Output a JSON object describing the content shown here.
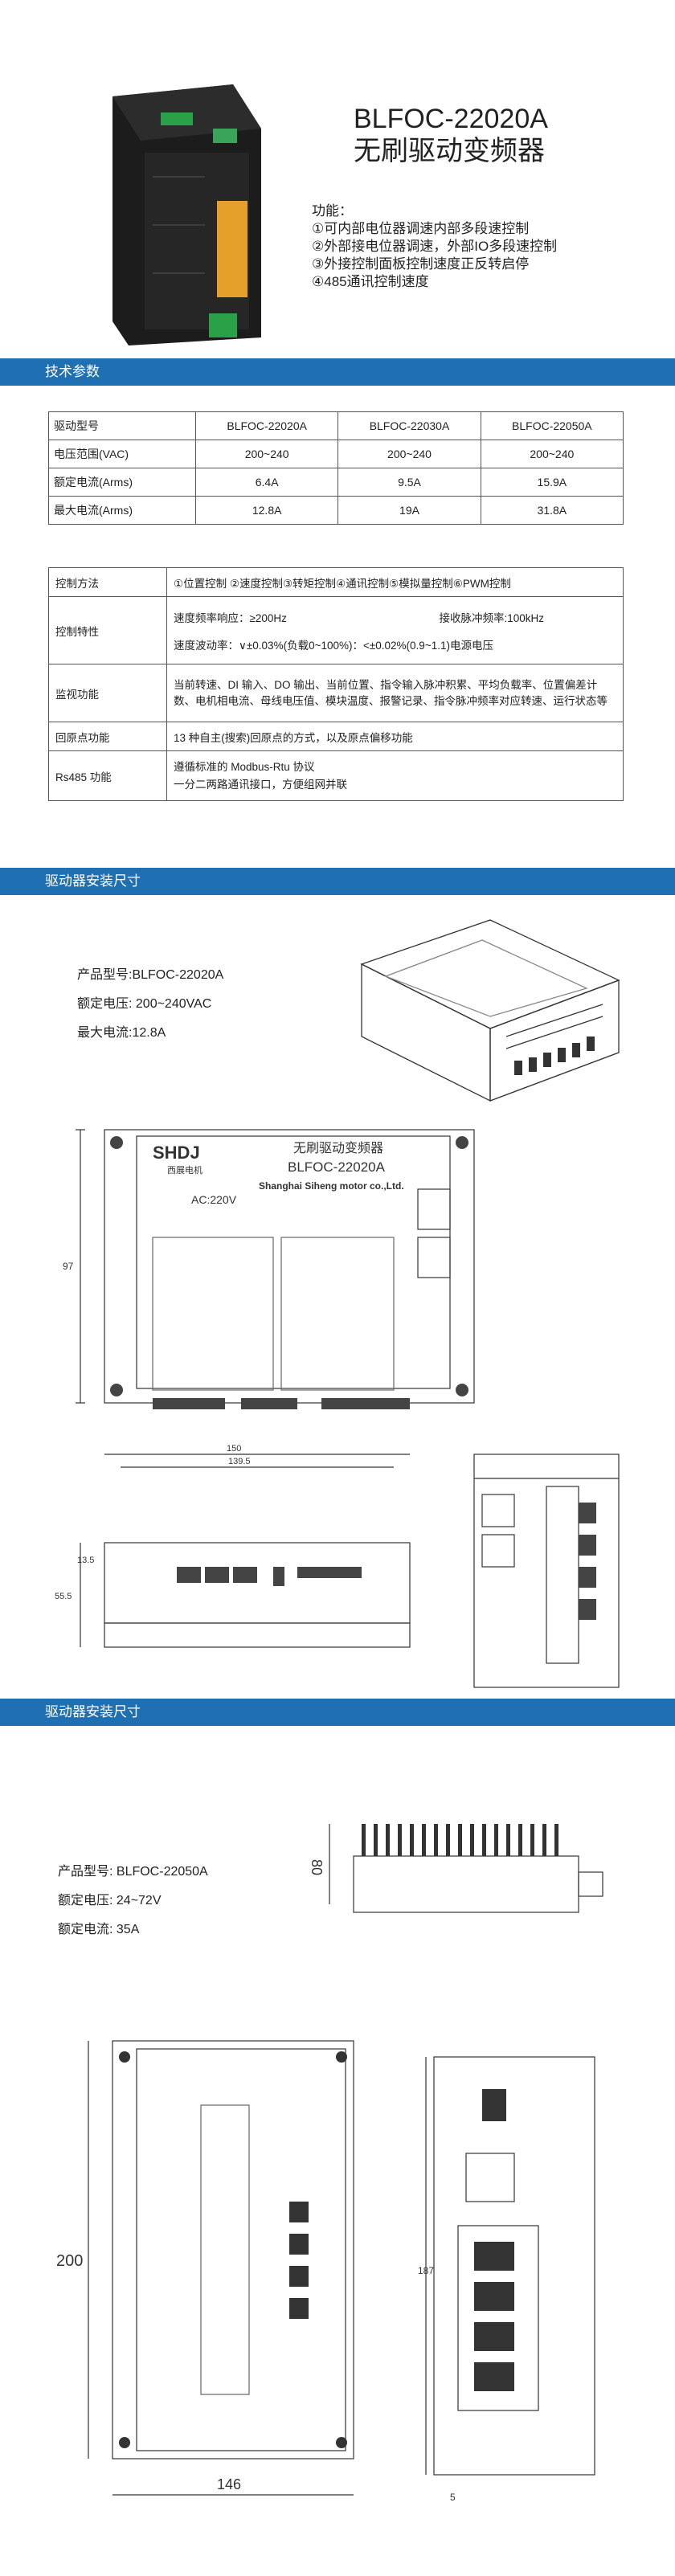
{
  "header": {
    "model": "BLFOC-22020A",
    "name": "无刷驱动变频器",
    "features_title": "功能：",
    "features": [
      "①可内部电位器调速内部多段速控制",
      "②外部接电位器调速，外部IO多段速控制",
      "③外接控制面板控制速度正反转启停",
      "④485通讯控制速度"
    ]
  },
  "specs_bar": "技术参数",
  "spec_table": {
    "header": [
      "驱动型号",
      "BLFOC-22020A",
      "BLFOC-22030A",
      "BLFOC-22050A"
    ],
    "rows": [
      [
        "电压范围(VAC)",
        "200~240",
        "200~240",
        "200~240"
      ],
      [
        "额定电流(Arms)",
        "6.4A",
        "9.5A",
        "15.9A"
      ],
      [
        "最大电流(Arms)",
        "12.8A",
        "19A",
        "31.8A"
      ]
    ]
  },
  "control_table": {
    "method_label": "控制方法",
    "method_value": "①位置控制 ②速度控制③转矩控制④通讯控制⑤模拟量控制⑥PWM控制",
    "char_label": "控制特性",
    "char_line1_a": "速度频率响应：≥200Hz",
    "char_line1_b": "接收脉冲频率:100kHz",
    "char_line2": "速度波动率：∨±0.03%(负载0~100%)：<±0.02%(0.9~1.1)电源电压",
    "monitor_label": "监视功能",
    "monitor_value": "当前转速、DI 输入、DO 输出、当前位置、指令输入脉冲积累、平均负载率、位置偏差计数、电机相电流、母线电压值、模块温度、报警记录、指令脉冲频率对应转速、运行状态等",
    "home_label": "回原点功能",
    "home_value": "13 种自主(搜索)回原点的方式，以及原点偏移功能",
    "rs485_label": "Rs485 功能",
    "rs485_line1": "遵循标准的 Modbus-Rtu 协议",
    "rs485_line2": "一分二两路通讯接口，方便组网并联"
  },
  "install1": {
    "bar": "驱动器安装尺寸",
    "model": "产品型号:BLFOC-22020A",
    "voltage": "额定电压: 200~240VAC",
    "current": "最大电流:12.8A",
    "panel_brand": "SHDJ",
    "panel_brand_cn": "西展电机",
    "panel_title": "无刷驱动变频器",
    "panel_model": "BLFOC-22020A",
    "panel_company": "Shanghai Siheng motor co.,Ltd.",
    "panel_ac": "AC:220V",
    "dim_height": "97",
    "dim_width": "150",
    "dim_width2": "139.5",
    "dim_depth": "55.5",
    "dim_depth2": "13.5"
  },
  "install2": {
    "bar": "驱动器安装尺寸",
    "model": "产品型号: BLFOC-22050A",
    "voltage": "额定电压: 24~72V",
    "current": "额定电流: 35A",
    "dim_side": "80",
    "dim_height": "200",
    "dim_width": "146",
    "dim_right": "187",
    "dim_small": "5"
  }
}
